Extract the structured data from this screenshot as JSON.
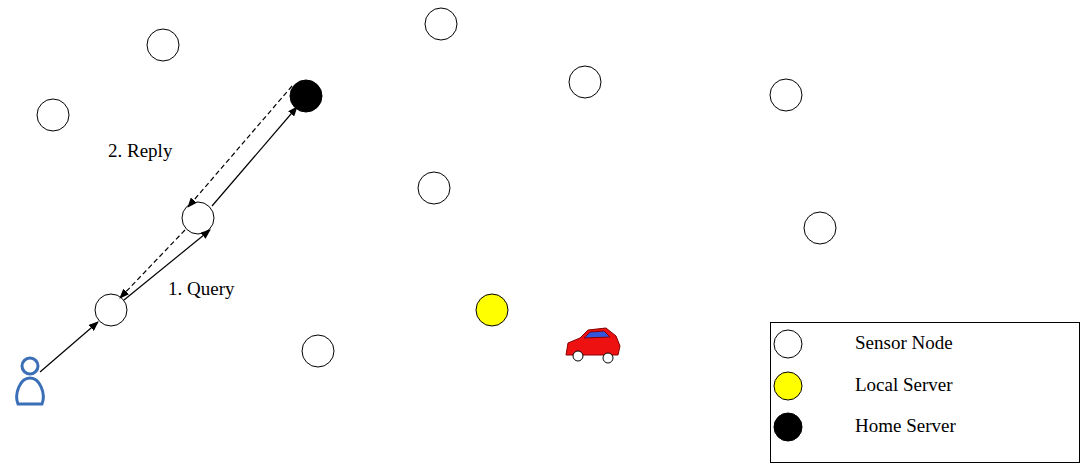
{
  "diagram": {
    "labels": [
      "2. Reply",
      "1. Query"
    ],
    "legend": [
      {
        "text": "Sensor Node",
        "color": "#ffffff"
      },
      {
        "text": "Local Server",
        "color": "#ffff00"
      },
      {
        "text": "Home Server",
        "color": "#000000"
      }
    ]
  }
}
